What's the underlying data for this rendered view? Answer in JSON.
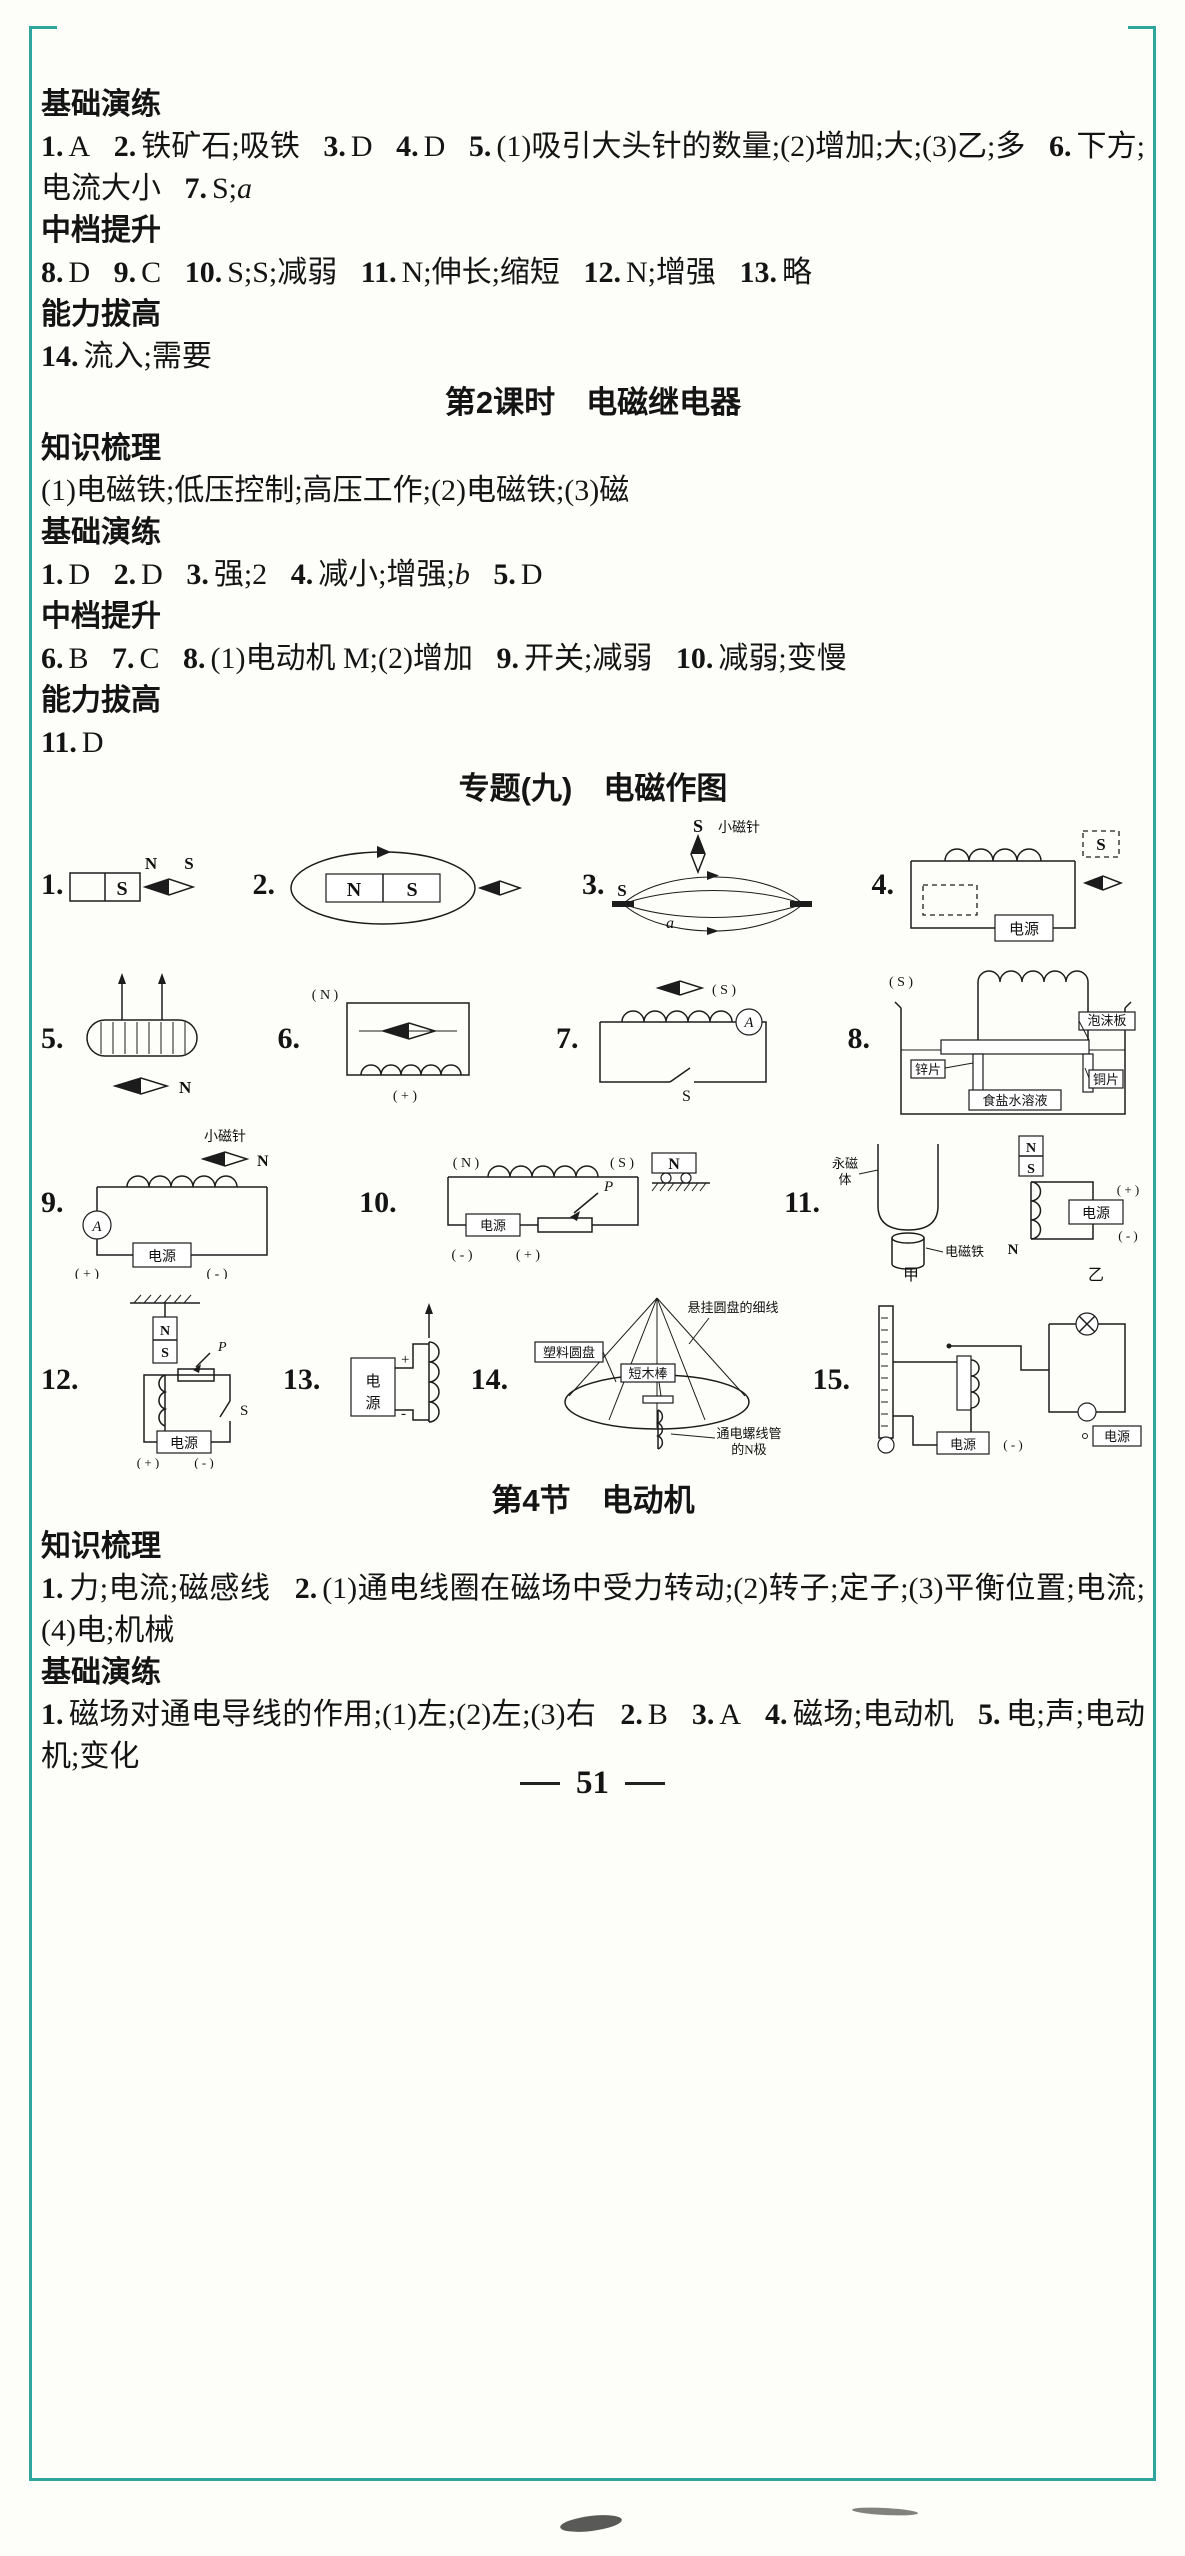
{
  "accent": "#2ea69d",
  "footer": {
    "page_number": "51"
  },
  "block1": {
    "header": "基础演练",
    "items": [
      {
        "num": "1.",
        "text": "A"
      },
      {
        "num": "2.",
        "text": "铁矿石;吸铁"
      },
      {
        "num": "3.",
        "text": "D"
      },
      {
        "num": "4.",
        "text": "D"
      },
      {
        "num": "5.",
        "text": "(1)吸引大头针的数量;(2)增加;大;(3)乙;多"
      },
      {
        "num": "6.",
        "text": "下方;电流大小"
      },
      {
        "num": "7.",
        "text": "S;",
        "var": "a"
      }
    ]
  },
  "block2": {
    "header": "中档提升",
    "items": [
      {
        "num": "8.",
        "text": "D"
      },
      {
        "num": "9.",
        "text": "C"
      },
      {
        "num": "10.",
        "text": "S;S;减弱"
      },
      {
        "num": "11.",
        "text": "N;伸长;缩短"
      },
      {
        "num": "12.",
        "text": "N;增强"
      },
      {
        "num": "13.",
        "text": "略"
      }
    ]
  },
  "block3": {
    "header": "能力拔高",
    "items": [
      {
        "num": "14.",
        "text": "流入;需要"
      }
    ]
  },
  "title2": "第2课时　电磁继电器",
  "block4": {
    "header": "知识梳理",
    "text": "(1)电磁铁;低压控制;高压工作;(2)电磁铁;(3)磁"
  },
  "block5": {
    "header": "基础演练",
    "items": [
      {
        "num": "1.",
        "text": "D"
      },
      {
        "num": "2.",
        "text": "D"
      },
      {
        "num": "3.",
        "text": "强;2"
      },
      {
        "num": "4.",
        "text": "减小;增强;",
        "var": "b"
      },
      {
        "num": "5.",
        "text": "D"
      }
    ]
  },
  "block6": {
    "header": "中档提升",
    "items": [
      {
        "num": "6.",
        "text": "B"
      },
      {
        "num": "7.",
        "text": "C"
      },
      {
        "num": "8.",
        "text": "(1)电动机 M;(2)增加"
      },
      {
        "num": "9.",
        "text": "开关;减弱"
      },
      {
        "num": "10.",
        "text": "减弱;变慢"
      }
    ]
  },
  "block7": {
    "header": "能力拔高",
    "items": [
      {
        "num": "11.",
        "text": "D"
      }
    ]
  },
  "title3": "专题(九)　电磁作图",
  "title4": "第4节　电动机",
  "block8": {
    "header": "知识梳理",
    "items": [
      {
        "num": "1.",
        "text": "力;电流;磁感线"
      },
      {
        "num": "2.",
        "text": "(1)通电线圈在磁场中受力转动;(2)转子;定子;(3)平衡位置;电流;(4)电;机械"
      }
    ]
  },
  "block9": {
    "header": "基础演练",
    "items": [
      {
        "num": "1.",
        "text": "磁场对通电导线的作用;(1)左;(2)左;(3)右"
      },
      {
        "num": "2.",
        "text": "B"
      },
      {
        "num": "3.",
        "text": "A"
      },
      {
        "num": "4.",
        "text": "磁场;电动机"
      },
      {
        "num": "5.",
        "text": "电;声;电动机;变化"
      }
    ]
  },
  "diagrams": {
    "d1": {
      "num": "1.",
      "s": "S",
      "cn": "N",
      "cs": "S"
    },
    "d2": {
      "num": "2.",
      "n": "N",
      "s": "S"
    },
    "d3": {
      "num": "3.",
      "top": "S",
      "pin": "小磁针",
      "left": "S",
      "a": "a"
    },
    "d4": {
      "num": "4.",
      "s": "S",
      "power": "电源"
    },
    "d5": {
      "num": "5.",
      "n": "N"
    },
    "d6": {
      "num": "6.",
      "n": "( N )",
      "plus": "( + )"
    },
    "d7": {
      "num": "7.",
      "s": "( S )",
      "meter": "A",
      "switch": "S"
    },
    "d8": {
      "num": "8.",
      "s": "( S )",
      "foam": "泡沫板",
      "zinc": "锌片",
      "copper": "铜片",
      "solution": "食盐水溶液"
    },
    "d9": {
      "num": "9.",
      "pin": "小磁针",
      "n": "N",
      "meter": "A",
      "power": "电源",
      "plus": "( + )",
      "minus": "( - )"
    },
    "d10": {
      "num": "10.",
      "n": "( N )",
      "s": "( S )",
      "power": "电源",
      "p": "P",
      "minus": "( - )",
      "plus": "( + )",
      "cart": "N"
    },
    "d11": {
      "num": "11.",
      "m1": "永磁",
      "m2": "体",
      "coil": "电磁铁",
      "jia": "甲",
      "n": "N",
      "s": "S",
      "pole": "N",
      "power": "电源",
      "plus": "( + )",
      "minus": "( - )",
      "yi": "乙"
    },
    "d12": {
      "num": "12.",
      "n": "N",
      "s": "S",
      "p": "P",
      "sw": "S",
      "power": "电源",
      "plus": "( + )",
      "minus": "( - )"
    },
    "d13": {
      "num": "13.",
      "p1": "电",
      "p2": "源",
      "plus": "+",
      "minus": "-"
    },
    "d14": {
      "num": "14.",
      "thread": "悬挂圆盘的细线",
      "disc": "塑料圆盘",
      "stick": "短木棒",
      "pole1": "通电螺线管",
      "pole2": "的N极"
    },
    "d15": {
      "num": "15.",
      "power1": "电源",
      "minus": "( - )",
      "power2": "电源"
    }
  }
}
